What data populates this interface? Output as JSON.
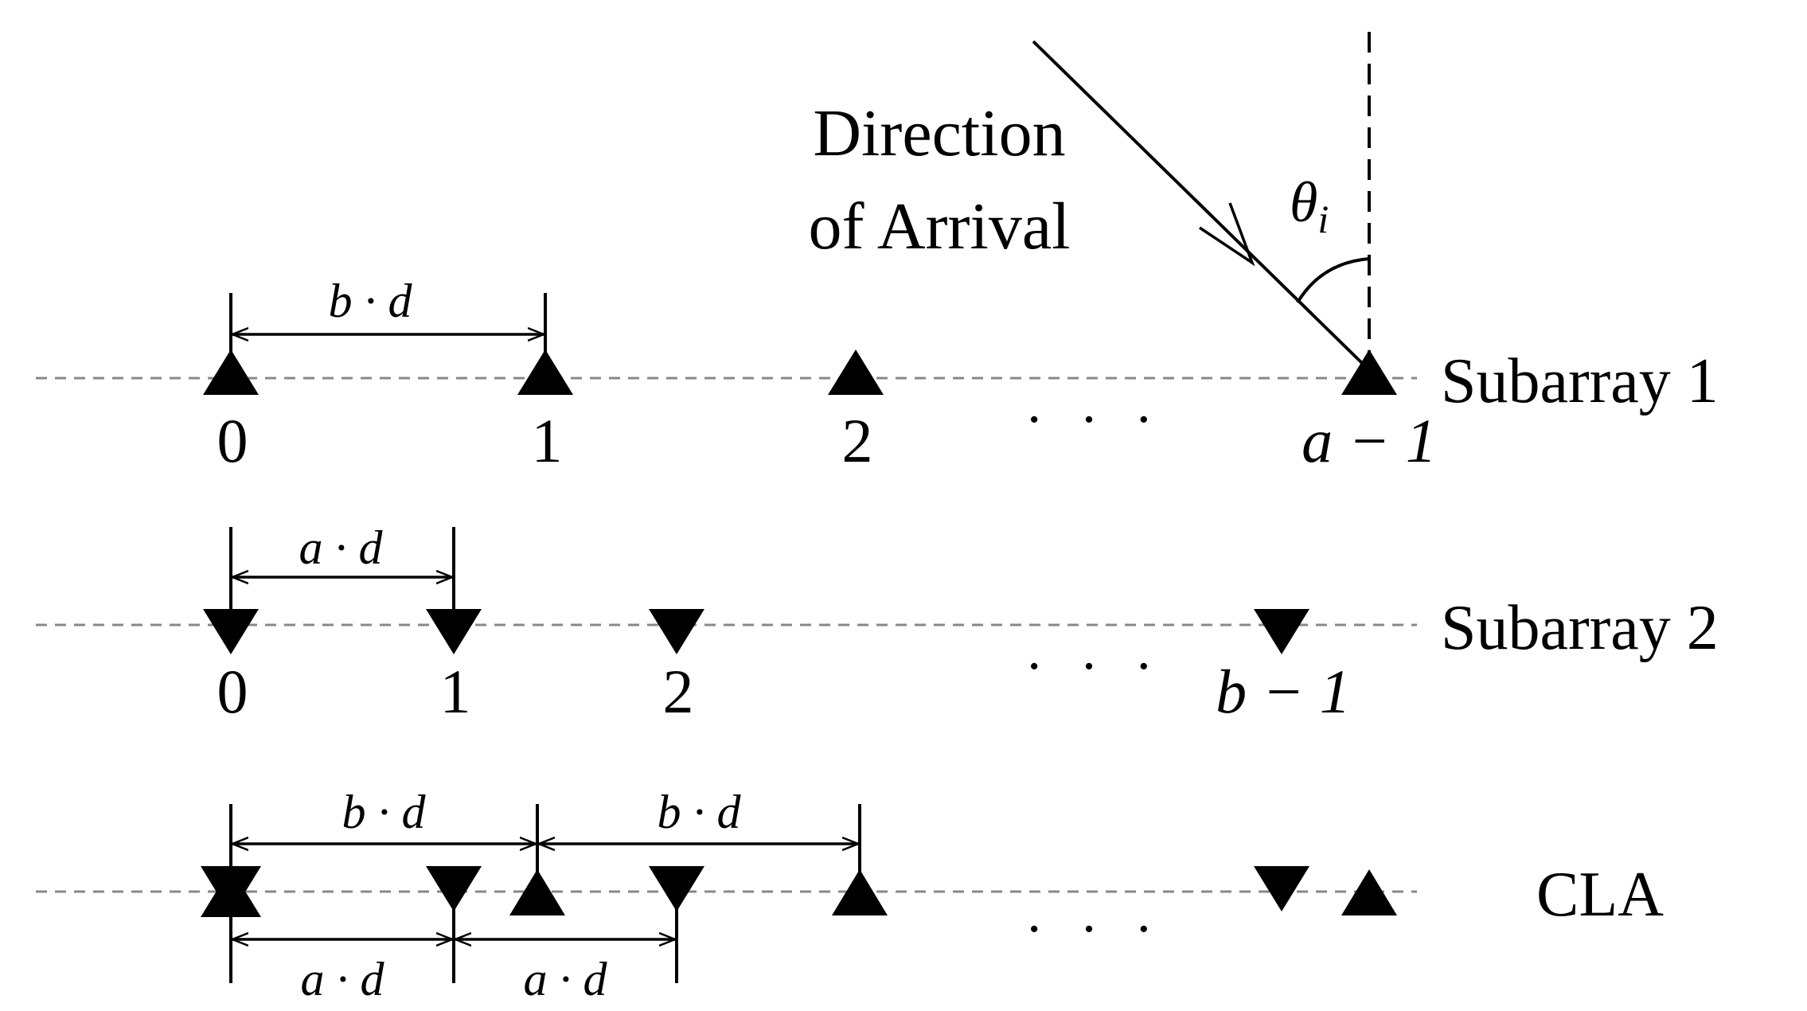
{
  "direction_label": {
    "line1": "Direction",
    "line2": "of Arrival"
  },
  "angle_label": "θ",
  "angle_subscript": "i",
  "ellipsis": "· · ·",
  "subarray1": {
    "label": "Subarray 1",
    "indices": [
      "0",
      "1",
      "2",
      "a − 1"
    ],
    "spacing_label": "b · d"
  },
  "subarray2": {
    "label": "Subarray 2",
    "indices": [
      "0",
      "1",
      "2",
      "b − 1"
    ],
    "spacing_label": "a · d"
  },
  "cla": {
    "label": "CLA",
    "top_spacing_labels": [
      "b · d",
      "b · d"
    ],
    "bottom_spacing_labels": [
      "a · d",
      "a · d"
    ]
  },
  "colors": {
    "ink": "#000000",
    "guide": "#888888",
    "background": "#ffffff"
  }
}
